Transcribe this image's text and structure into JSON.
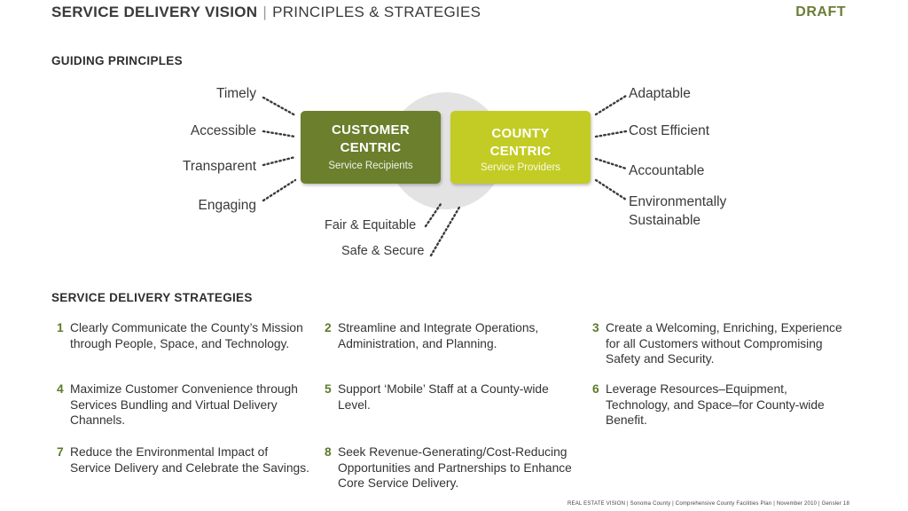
{
  "header": {
    "title_bold": "SERVICE DELIVERY VISION",
    "separator": "|",
    "title_rest": "PRINCIPLES & STRATEGIES",
    "draft": "DRAFT"
  },
  "guiding_principles": {
    "heading": "GUIDING PRINCIPLES",
    "customer_box": {
      "title_line1": "CUSTOMER",
      "title_line2": "CENTRIC",
      "subtitle": "Service Recipients"
    },
    "county_box": {
      "title_line1": "COUNTY",
      "title_line2": "CENTRIC",
      "subtitle": "Service Providers"
    },
    "left": [
      "Timely",
      "Accessible",
      "Transparent",
      "Engaging"
    ],
    "right": [
      "Adaptable",
      "Cost Efficient",
      "Accountable",
      "Environmentally",
      "Sustainable"
    ],
    "bottom": [
      "Fair & Equitable",
      "Safe & Secure"
    ]
  },
  "strategies": {
    "heading": "SERVICE DELIVERY STRATEGIES",
    "items": [
      {
        "num": "1",
        "lines": [
          "Clearly Communicate the County’s Mission",
          "through People, Space, and Technology."
        ]
      },
      {
        "num": "2",
        "lines": [
          "Streamline and Integrate Operations,",
          "Administration, and Planning."
        ]
      },
      {
        "num": "3",
        "lines": [
          "Create a Welcoming, Enriching, Experience",
          "for all Customers without Compromising",
          "Safety and Security."
        ]
      },
      {
        "num": "4",
        "lines": [
          "Maximize Customer Convenience through",
          "Services Bundling and Virtual Delivery",
          "Channels."
        ]
      },
      {
        "num": "5",
        "lines": [
          "Support ‘Mobile’ Staff at a County-wide",
          "Level."
        ]
      },
      {
        "num": "6",
        "lines": [
          "Leverage Resources–Equipment,",
          "Technology, and Space–for County-wide",
          "Benefit."
        ]
      },
      {
        "num": "7",
        "lines": [
          "Reduce the Environmental Impact of",
          "Service Delivery and Celebrate the Savings."
        ]
      },
      {
        "num": "8",
        "lines": [
          "Seek Revenue-Generating/Cost-Reducing",
          "Opportunities and Partnerships to Enhance",
          "Core Service Delivery."
        ]
      }
    ]
  },
  "footer": {
    "text": "REAL ESTATE VISION  |  Sonoma County | Comprehensive County Facilities Plan  |  November 2010  |  Gensler   18"
  },
  "colors": {
    "customer_box": "#6b7f2c",
    "county_box": "#c3cc24",
    "circle": "#e3e3e3",
    "accent": "#5f7a2a"
  }
}
